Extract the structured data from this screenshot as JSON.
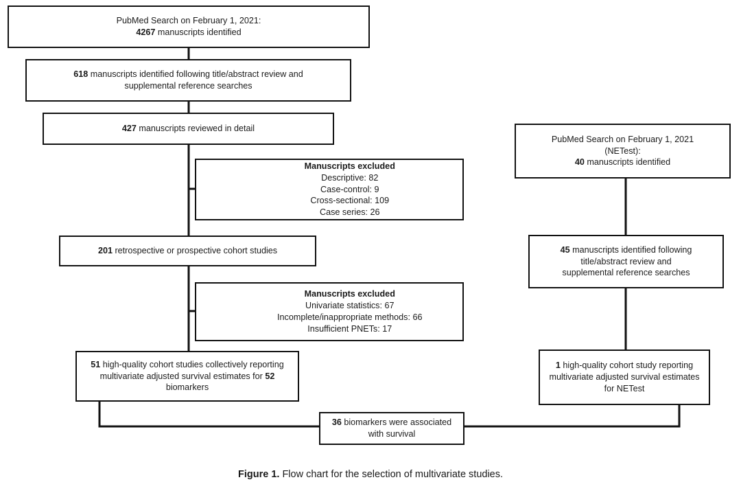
{
  "figure": {
    "caption_label": "Figure 1.",
    "caption_text": "Flow chart for the selection of multivariate studies."
  },
  "colors": {
    "background": "#ffffff",
    "box_border": "#111111",
    "text": "#1a1a1a",
    "connector": "#111111"
  },
  "left_flow": {
    "search": {
      "line1": "PubMed Search on February 1, 2021:",
      "count": "4267",
      "line2_rest": " manuscripts identified"
    },
    "screened": {
      "count": "618",
      "line1_rest": " manuscripts identified following title/abstract review and",
      "line2": "supplemental reference searches"
    },
    "reviewed": {
      "count": "427",
      "line1_rest": " manuscripts reviewed in detail"
    },
    "excluded_1": {
      "title": "Manuscripts excluded",
      "items": [
        "Descriptive: 82",
        "Case-control: 9",
        "Cross-sectional: 109",
        "Case series: 26"
      ]
    },
    "cohort": {
      "count": "201",
      "line1_rest": " retrospective or prospective cohort studies"
    },
    "excluded_2": {
      "title": "Manuscripts excluded",
      "items": [
        "Univariate statistics: 67",
        "Incomplete/inappropriate methods: 66",
        "Insufficient PNETs: 17"
      ]
    },
    "high_quality": {
      "count": "51",
      "line1_rest": " high-quality cohort studies collectively reporting",
      "line2_pre": "multivariate adjusted survival estimates for ",
      "line2_count": "52",
      "line3": "biomarkers"
    }
  },
  "right_flow": {
    "search": {
      "line1": "PubMed Search on February 1, 2021",
      "line2": "(NETest):",
      "count": "40",
      "line3_rest": " manuscripts identified"
    },
    "screened": {
      "count": "45",
      "line1_rest": " manuscripts identified following",
      "line2": "title/abstract review and",
      "line3": "supplemental reference searches"
    },
    "high_quality": {
      "count": "1",
      "line1_rest": " high-quality cohort study reporting",
      "line2": "multivariate adjusted survival estimates",
      "line3": "for NETest"
    }
  },
  "outcome": {
    "count": "36",
    "line1_rest": " biomarkers were associated",
    "line2": "with survival"
  }
}
